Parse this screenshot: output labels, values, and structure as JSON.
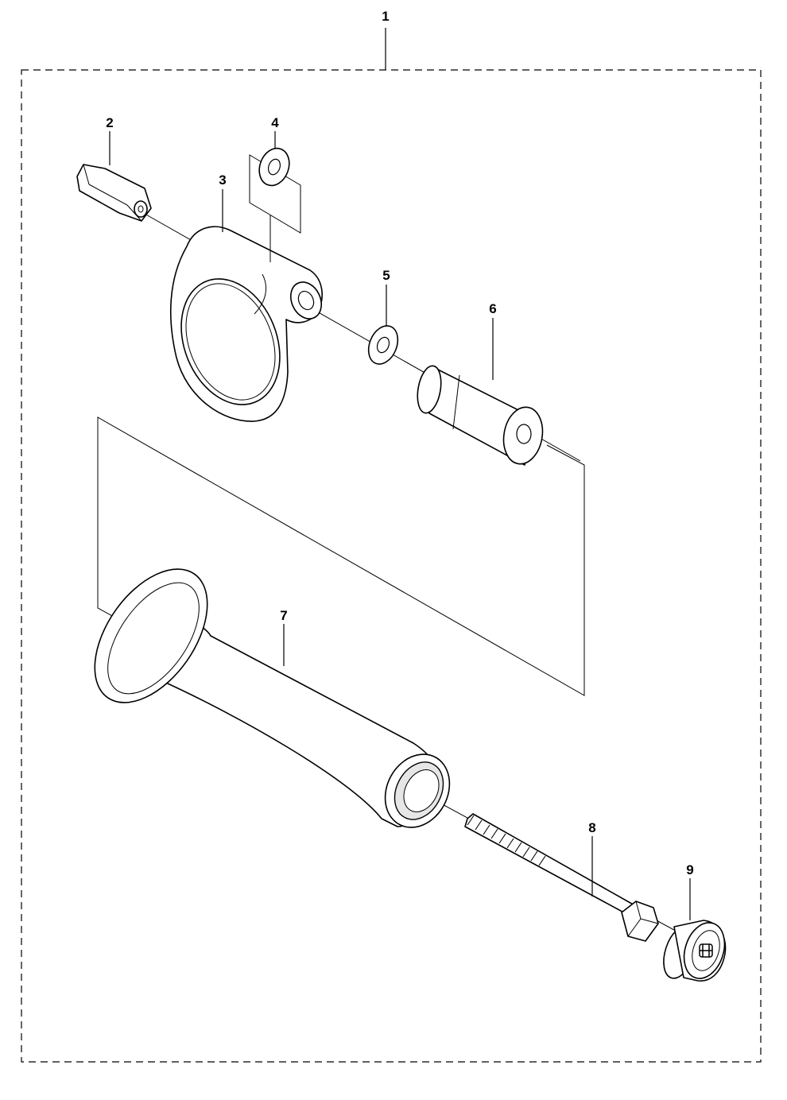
{
  "diagram": {
    "callouts": {
      "c1": "1",
      "c2": "2",
      "c3": "3",
      "c4": "4",
      "c5": "5",
      "c6": "6",
      "c7": "7",
      "c8": "8",
      "c9": "9"
    }
  },
  "colors": {
    "line": "#000000",
    "background": "#ffffff",
    "shading": "#e6e6e6"
  }
}
